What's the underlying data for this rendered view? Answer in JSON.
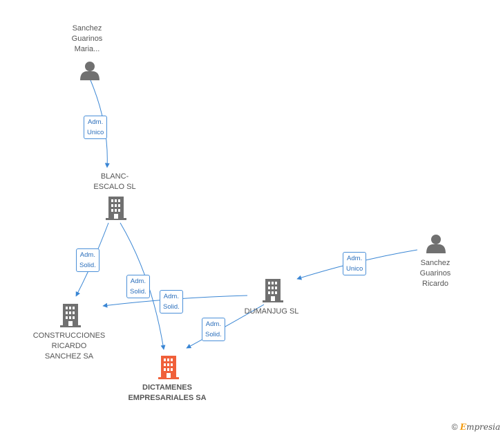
{
  "nodes": {
    "p1": {
      "type": "person",
      "lines": [
        "Sanchez",
        "Guarinos",
        "Maria..."
      ]
    },
    "blanc": {
      "type": "company",
      "lines": [
        "BLANC-",
        "ESCALO SL"
      ]
    },
    "construcciones": {
      "type": "company",
      "lines": [
        "CONSTRUCCIONES",
        "RICARDO",
        "SANCHEZ SA"
      ]
    },
    "dictamenes": {
      "type": "company-main",
      "lines": [
        "DICTAMENES",
        "EMPRESARIALES SA"
      ]
    },
    "dumanjug": {
      "type": "company",
      "lines": [
        "DUMANJUG SL"
      ]
    },
    "p2": {
      "type": "person",
      "lines": [
        "Sanchez",
        "Guarinos",
        "Ricardo"
      ]
    }
  },
  "edges": [
    {
      "from": "p1",
      "to": "blanc",
      "lines": [
        "Adm.",
        "Unico"
      ]
    },
    {
      "from": "blanc",
      "to": "construcciones",
      "lines": [
        "Adm.",
        "Solid."
      ]
    },
    {
      "from": "blanc",
      "to": "dictamenes",
      "lines": [
        "Adm.",
        "Solid."
      ]
    },
    {
      "from": "dumanjug",
      "to": "construcciones",
      "lines": [
        "Adm.",
        "Solid."
      ]
    },
    {
      "from": "dumanjug",
      "to": "dictamenes",
      "lines": [
        "Adm.",
        "Solid."
      ]
    },
    {
      "from": "p2",
      "to": "dumanjug",
      "lines": [
        "Adm.",
        "Unico"
      ]
    }
  ],
  "colors": {
    "edge": "#3a86d4",
    "icon": "#707070",
    "main": "#f0603a"
  },
  "brand": {
    "symbol": "©",
    "first": "E",
    "rest": "mpresia"
  }
}
